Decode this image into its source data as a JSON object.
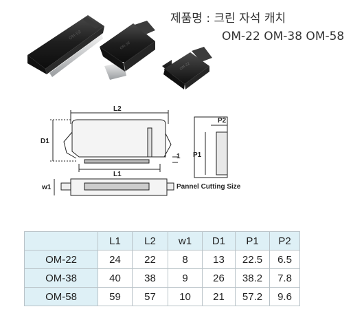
{
  "header": {
    "product_label": "제품명 : 크린 자석 캐치",
    "models_line": "OM-22 OM-38 OM-58"
  },
  "products": [
    {
      "model": "OM-22",
      "name_text": "OM-22"
    },
    {
      "model": "OM-38",
      "name_text": "OM-38"
    },
    {
      "model": "OM-58",
      "name_text": "OM-58"
    }
  ],
  "diagram": {
    "l2": "L2",
    "l1": "L1",
    "d1": "D1",
    "w1": "w1",
    "one": "1",
    "p1": "P1",
    "p2": "P2",
    "panel_caption": "Pannel Cutting Size"
  },
  "table": {
    "headers": [
      "",
      "L1",
      "L2",
      "w1",
      "D1",
      "P1",
      "P2"
    ],
    "rows": [
      [
        "OM-22",
        "24",
        "22",
        "8",
        "13",
        "22.5",
        "6.5"
      ],
      [
        "OM-38",
        "40",
        "38",
        "9",
        "26",
        "38.2",
        "7.8"
      ],
      [
        "OM-58",
        "59",
        "57",
        "10",
        "21",
        "57.2",
        "9.6"
      ]
    ]
  },
  "colors": {
    "header_bg": "#def0f6",
    "border": "#b9c3c8",
    "body_dark": "#1d1d1d",
    "plate": "#c9ccce"
  }
}
